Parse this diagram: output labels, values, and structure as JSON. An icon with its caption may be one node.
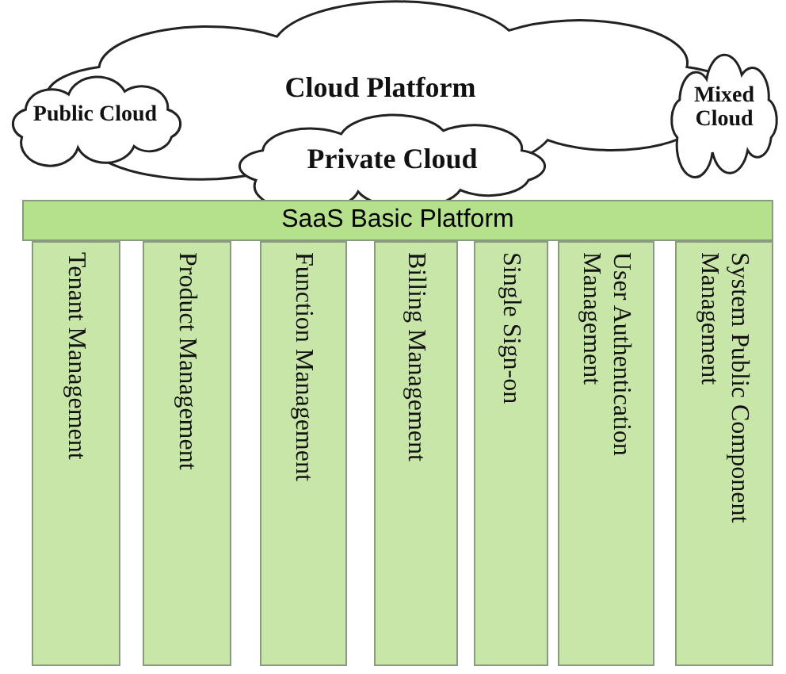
{
  "diagram": {
    "nodes": [
      {
        "text": [
          "Cloud Platform"
        ]
      },
      {
        "text": [
          "Public Cloud"
        ]
      },
      {
        "text": [
          "Mixed Cloud"
        ]
      },
      {
        "text": [
          "Private Cloud"
        ]
      },
      {
        "text": [
          "SaaS Basic Platform"
        ]
      },
      {
        "text": [
          "Tenant Management"
        ]
      },
      {
        "text": [
          "Product Management"
        ]
      },
      {
        "text": [
          "Function Management"
        ]
      },
      {
        "text": [
          "Billing Management"
        ]
      },
      {
        "text": [
          "Single Sign-on"
        ]
      },
      {
        "text": [
          "User Authentication Management"
        ]
      },
      {
        "text": [
          "System Public Component Management"
        ]
      }
    ],
    "edges": []
  }
}
